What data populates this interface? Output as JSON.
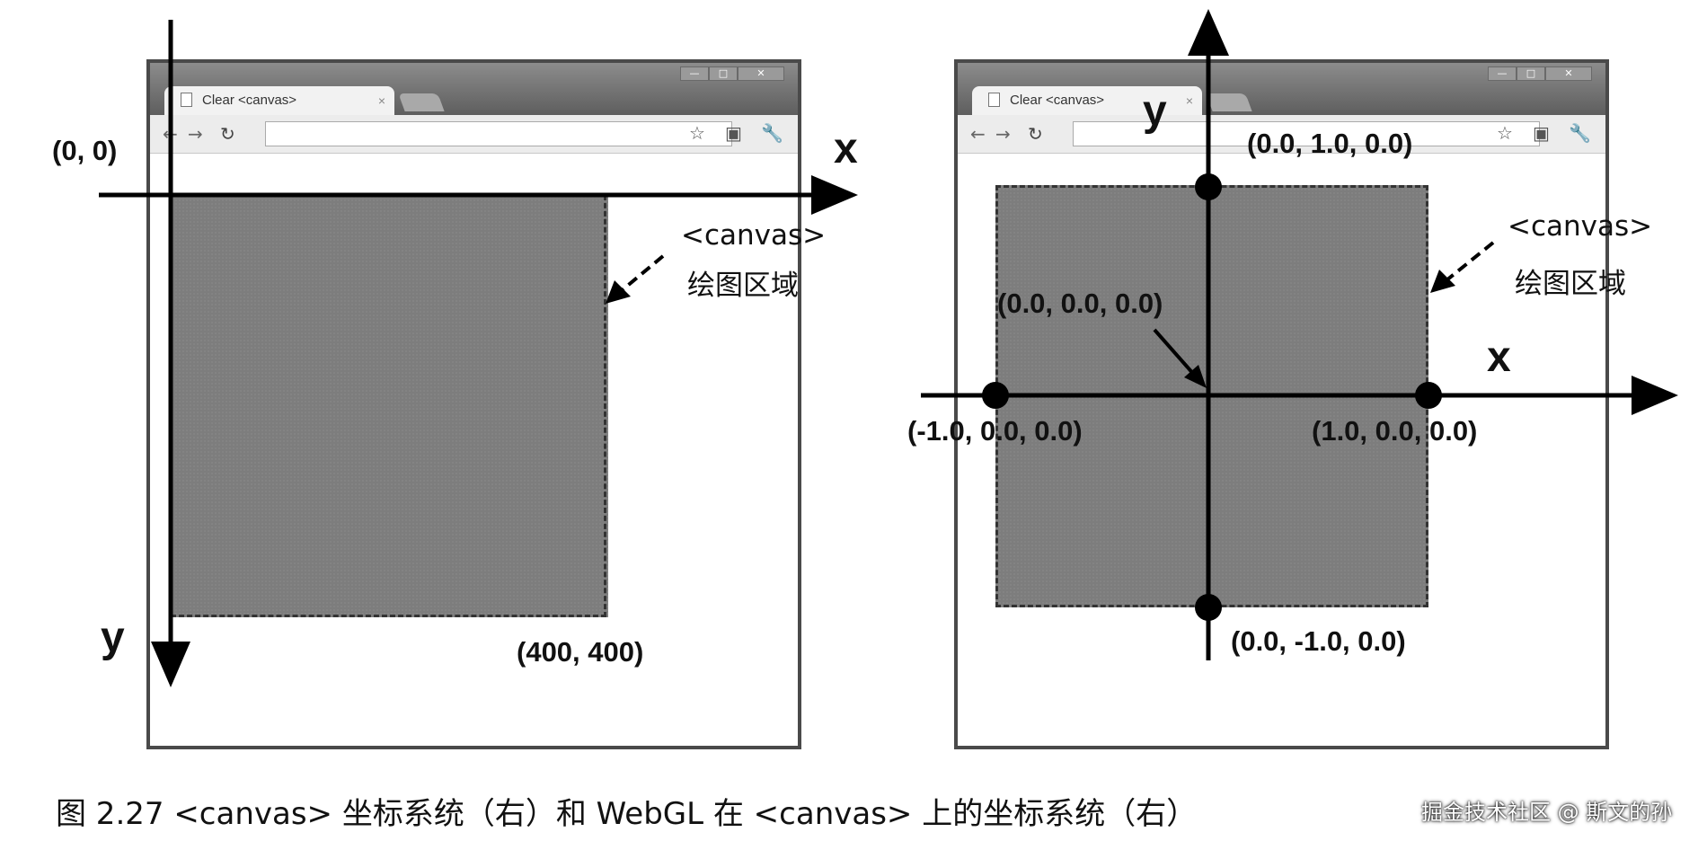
{
  "left_panel": {
    "tab_title": "Clear <canvas>",
    "origin_label": "(0, 0)",
    "corner_label": "(400, 400)",
    "x_axis_label": "x",
    "y_axis_label": "y",
    "canvas_note_line1": "<canvas>",
    "canvas_note_line2": "绘图区域"
  },
  "right_panel": {
    "tab_title": "Clear <canvas>",
    "top_label": "(0.0, 1.0, 0.0)",
    "center_label": "(0.0, 0.0, 0.0)",
    "left_label": "(-1.0, 0.0, 0.0)",
    "right_label": "(1.0, 0.0, 0.0)",
    "bottom_label": "(0.0, -1.0, 0.0)",
    "x_axis_label": "x",
    "y_axis_label": "y",
    "canvas_note_line1": "<canvas>",
    "canvas_note_line2": "绘图区域"
  },
  "window_controls": {
    "minimize": "—",
    "maximize": "□",
    "close": "✕"
  },
  "caption": "图 2.27  <canvas> 坐标系统（右）和 WebGL 在 <canvas> 上的坐标系统（右）",
  "watermark": "掘金技术社区 @ 斯文的孙"
}
